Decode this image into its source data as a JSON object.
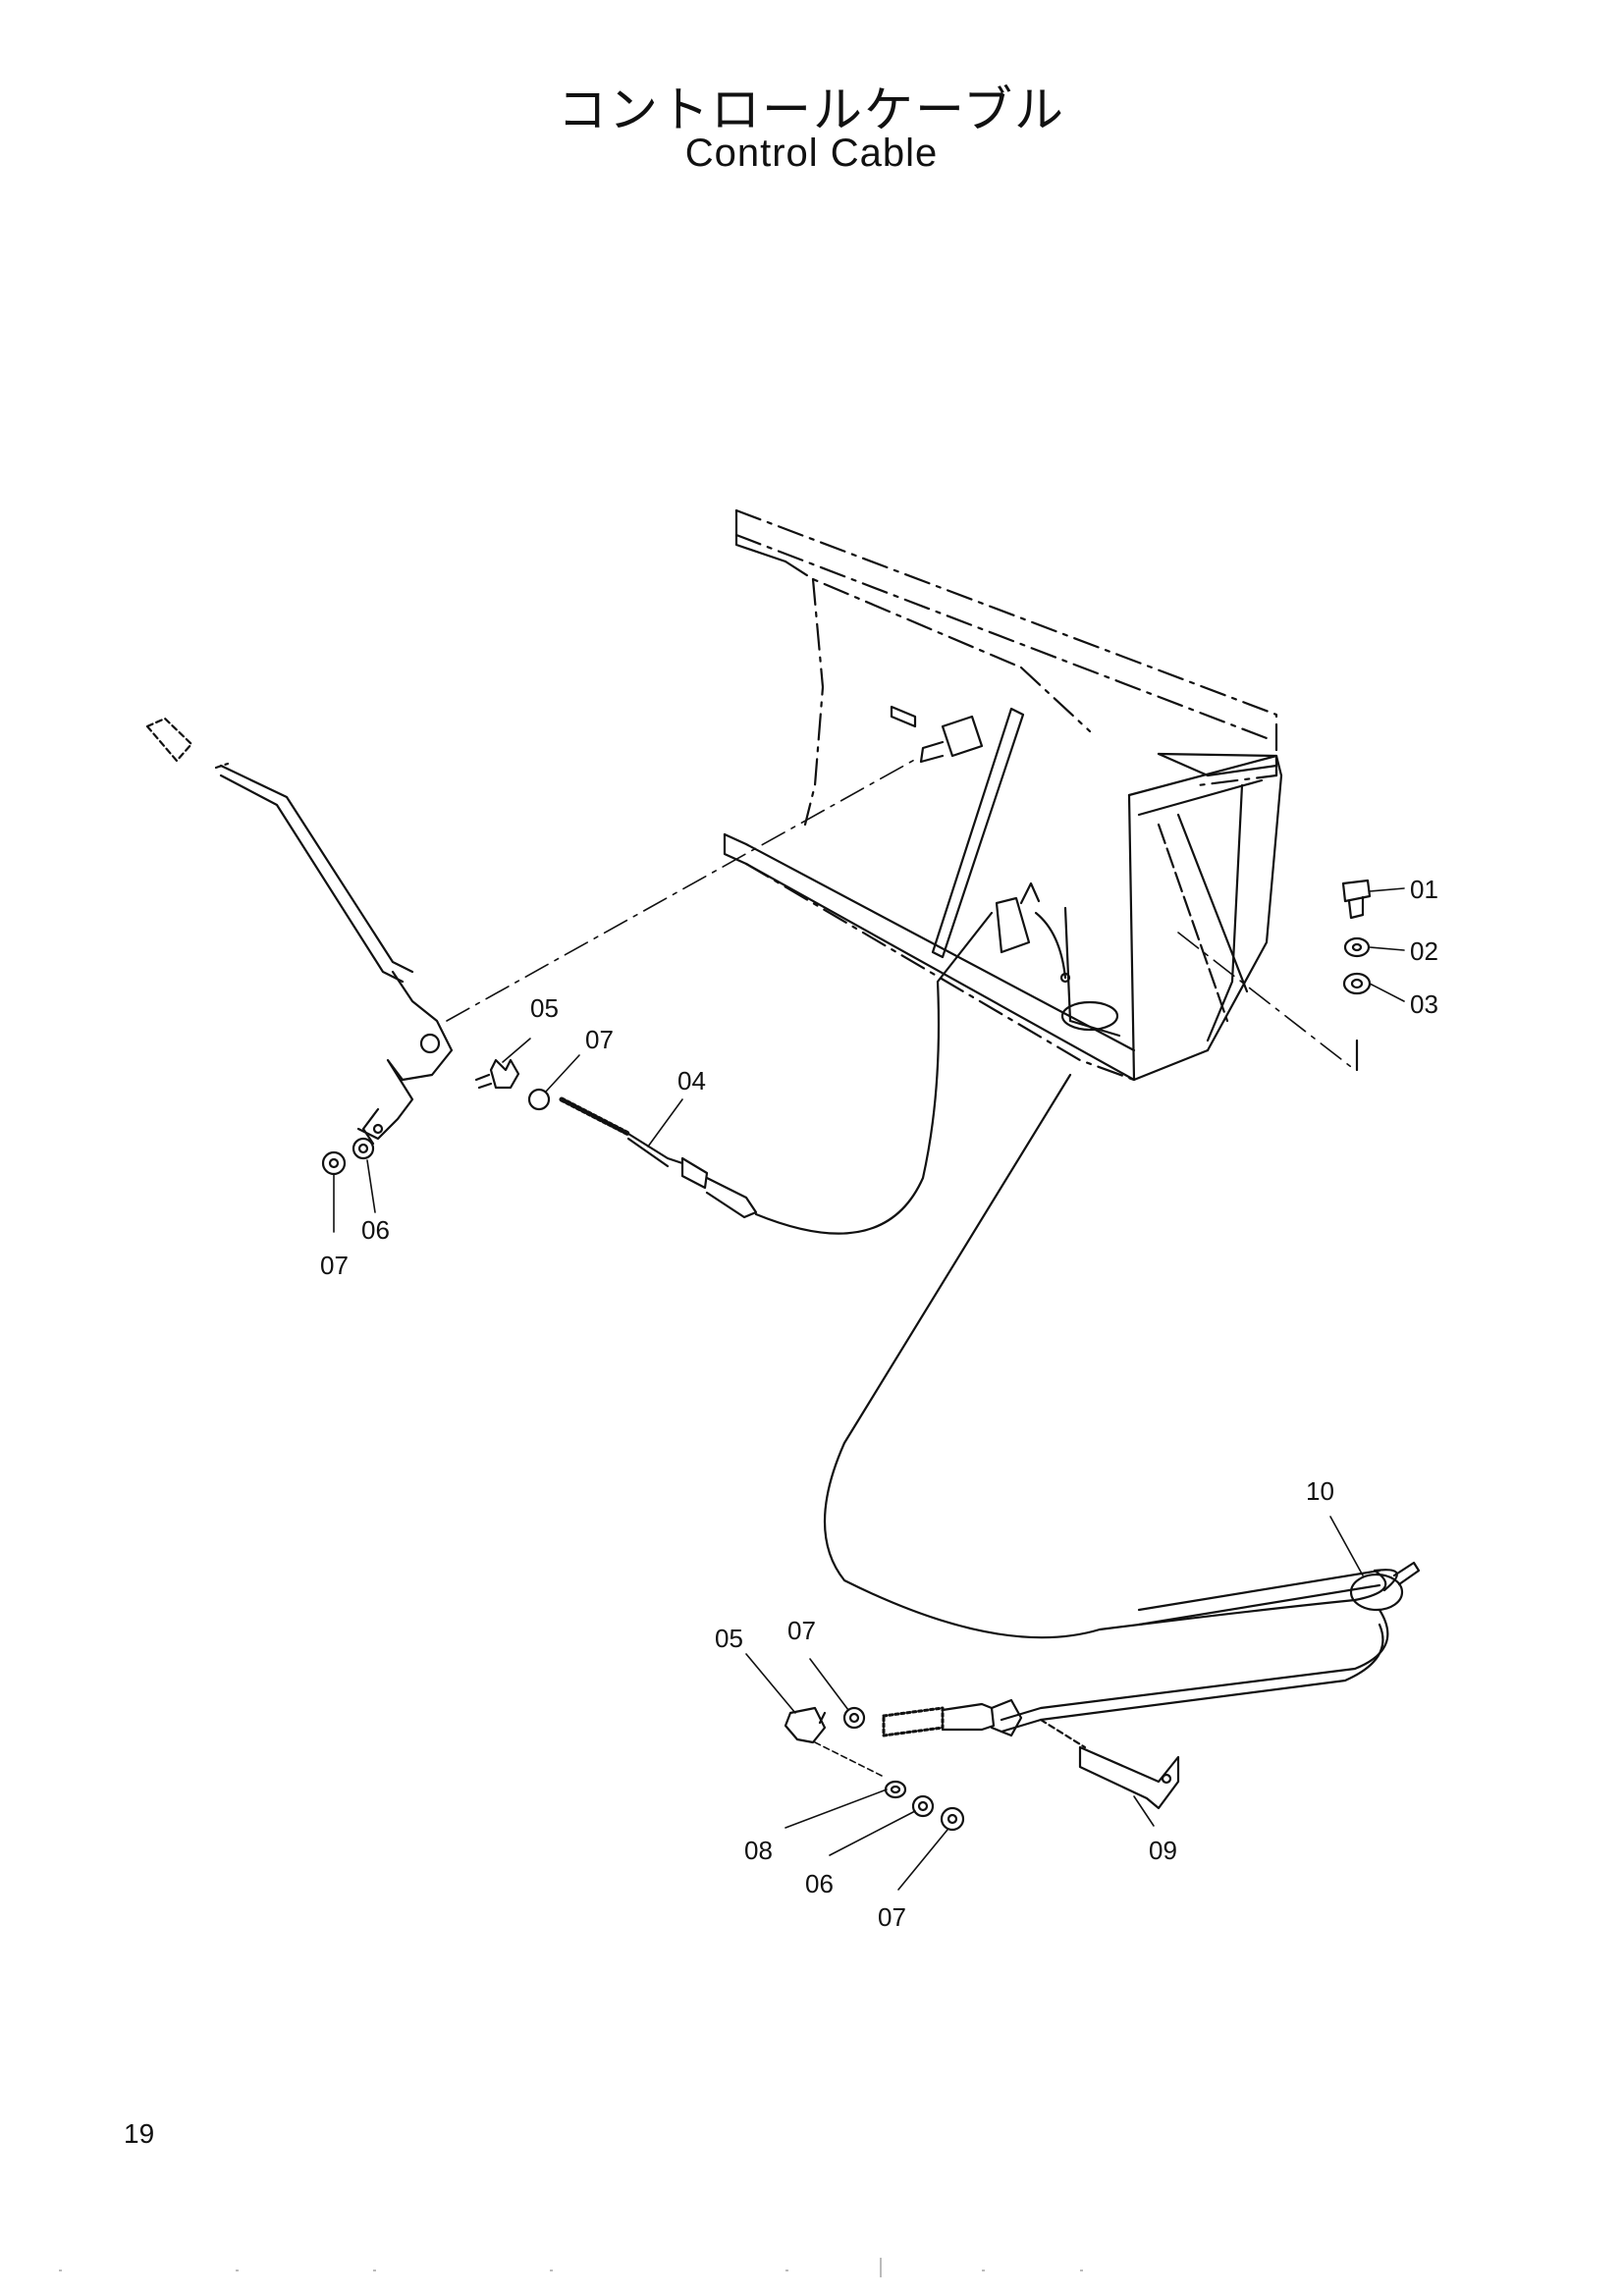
{
  "header": {
    "title_jp": "コントロールケーブル",
    "title_en": "Control Cable"
  },
  "diagram": {
    "callouts": [
      {
        "id": "c01",
        "label": "01"
      },
      {
        "id": "c02",
        "label": "02"
      },
      {
        "id": "c03",
        "label": "03"
      },
      {
        "id": "c04",
        "label": "04"
      },
      {
        "id": "c05a",
        "label": "05"
      },
      {
        "id": "c07a",
        "label": "07"
      },
      {
        "id": "c06a",
        "label": "06"
      },
      {
        "id": "c07b",
        "label": "07"
      },
      {
        "id": "c10",
        "label": "10"
      },
      {
        "id": "c05b",
        "label": "05"
      },
      {
        "id": "c07c",
        "label": "07"
      },
      {
        "id": "c08",
        "label": "08"
      },
      {
        "id": "c06b",
        "label": "06"
      },
      {
        "id": "c07d",
        "label": "07"
      },
      {
        "id": "c09",
        "label": "09"
      }
    ]
  },
  "footer": {
    "page_number": "19"
  }
}
